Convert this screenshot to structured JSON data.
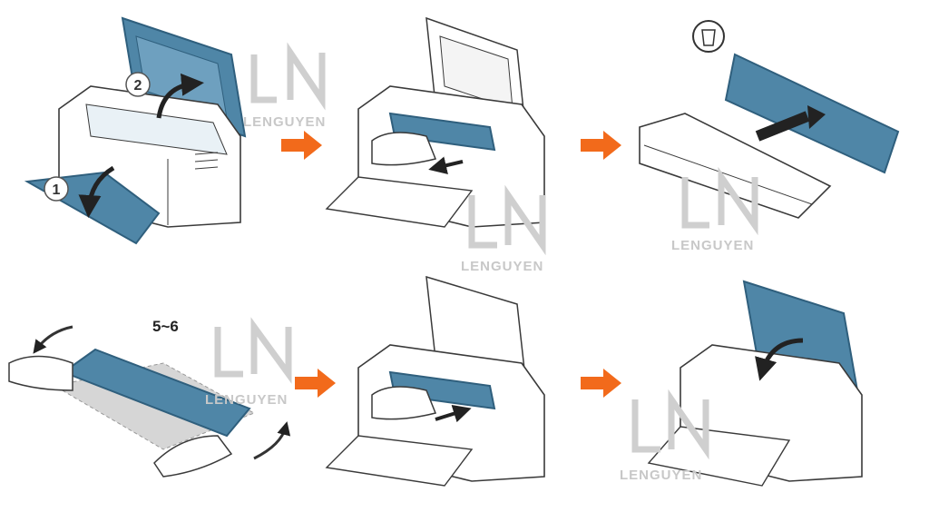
{
  "steps": {
    "badge_1": "1",
    "badge_2": "2",
    "shake_label": "5~6"
  },
  "watermark": {
    "text": "LENGUYEN",
    "logo_letters": "LN"
  },
  "icons": {
    "arrow": "next-step-arrow-icon",
    "recycle": "recycle-bin-icon"
  },
  "colors": {
    "cover_blue": "#4f86a7",
    "cover_blue_dark": "#2f5f7d",
    "arrow_orange": "#f26a1b",
    "watermark_gray": "#c8c8c8",
    "outline": "#3a3a3a"
  }
}
